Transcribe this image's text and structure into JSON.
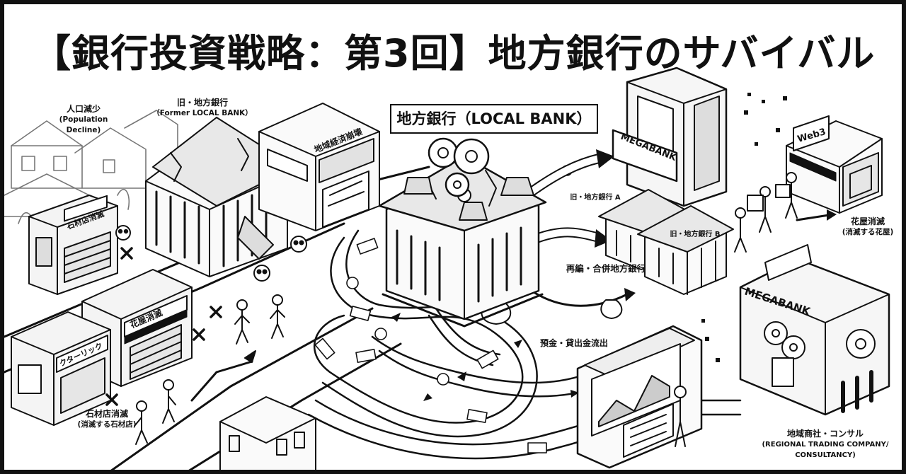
{
  "title": "【銀行投資戦略：第3回】地方銀行のサバイバル",
  "center_label": "地方銀行（LOCAL BANK）",
  "labels": {
    "population": {
      "main": "人口減少",
      "sub": "(Population\nDecline)"
    },
    "former_bank": {
      "main": "旧・地方銀行",
      "sub": "（Former LOCAL BANK）"
    },
    "stonemason_closed": {
      "main": "石材店消滅",
      "sub": "(消滅する石材店)"
    },
    "florist_closed": {
      "main": "花屋消滅",
      "sub": "(消滅する花屋)"
    },
    "merged_banks": {
      "main": "再編・合併地方銀行"
    },
    "former_bank_a": {
      "main": "旧・地方銀行 A"
    },
    "former_bank_b": {
      "main": "旧・地方銀行 B"
    },
    "outflow": {
      "main": "預金・貸出金流出"
    },
    "trading": {
      "main": "地域商社・コンサル",
      "sub": "(REGIONAL TRADING COMPANY/\nCONSULTANCY)"
    }
  },
  "signs": {
    "megabank_top": "MEGABANK",
    "megabank_right": "MEGABANK",
    "web3": "Web3",
    "regional_economy": "地域経済崩壊",
    "stone_shop": "石材店消滅",
    "flower_shop": "花屋消滅",
    "dry_cleaning": "クターリック"
  },
  "icon_names": [
    "skull-icon",
    "x-mark-icon",
    "gear-icon",
    "money-bag-icon",
    "banknote-icon",
    "coin-icon",
    "arrow-icon",
    "person-icon"
  ]
}
